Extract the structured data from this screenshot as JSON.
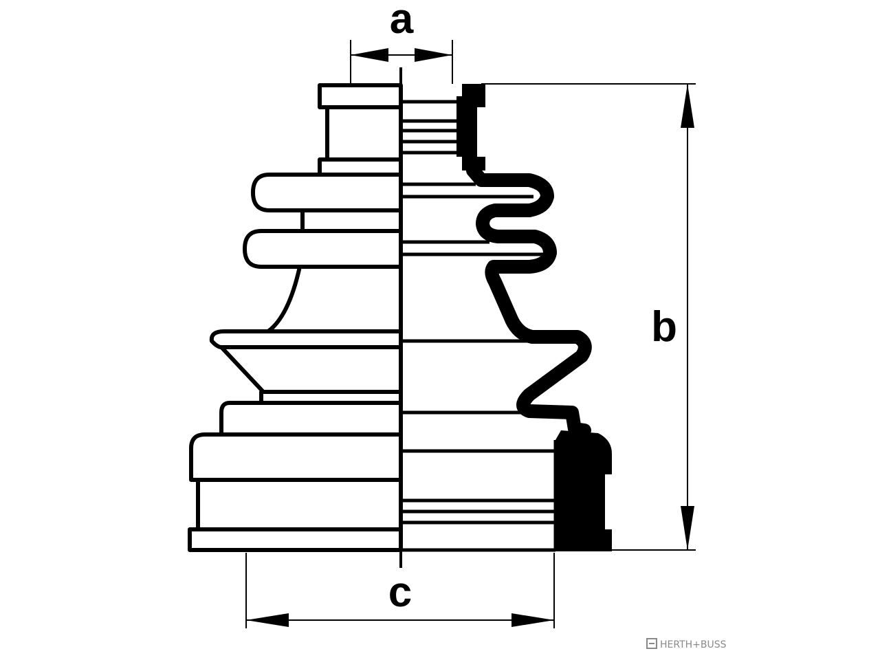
{
  "diagram": {
    "label_a": "a",
    "label_b": "b",
    "label_c": "c",
    "brand": "HERTH+BUSS",
    "colors": {
      "line": "#000000",
      "background": "#ffffff",
      "logo": "#8a8a8a"
    }
  }
}
